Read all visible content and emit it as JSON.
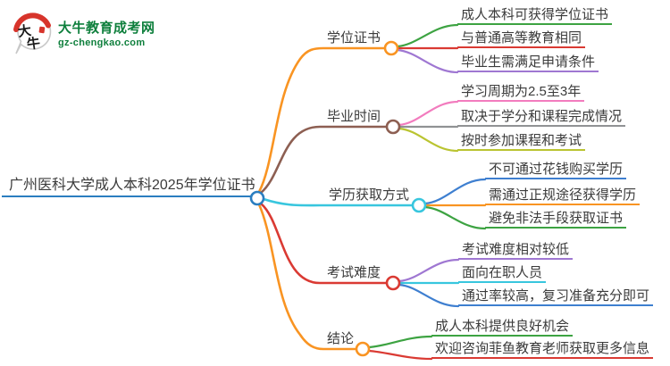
{
  "logo": {
    "mark_text": "大牛",
    "site_name": "大牛教育成考网",
    "site_domain": "gz-chengkao.com",
    "brand_green": "#0e7f3c",
    "seal_red": "#d7342b",
    "bubble_border": "#c8c8c8",
    "mark_ink": "#1a1a1a"
  },
  "root": {
    "label": "广州医科大学成人本科2025年学位证书",
    "color": "#2b7ec0"
  },
  "branches": [
    {
      "label": "学位证书",
      "color": "#f99422",
      "children": [
        {
          "label": "成人本科可获得学位证书",
          "color": "#3da342"
        },
        {
          "label": "与普通高等教育相同",
          "color": "#da3a33"
        },
        {
          "label": "毕业生需满足申请条件",
          "color": "#9f77d2"
        }
      ]
    },
    {
      "label": "毕业时间",
      "color": "#8d5f52",
      "children": [
        {
          "label": "学习周期为2.5至3年",
          "color": "#f27cbe"
        },
        {
          "label": "取决于学分和课程完成情况",
          "color": "#909294"
        },
        {
          "label": "按时参加课程和考试",
          "color": "#bac431"
        }
      ]
    },
    {
      "label": "学历获取方式",
      "color": "#38c6de",
      "children": [
        {
          "label": "不可通过花钱购买学历",
          "color": "#3e7fd0"
        },
        {
          "label": "需通过正规途径获得学历",
          "color": "#f99422"
        },
        {
          "label": "避免非法手段获取证书",
          "color": "#3da342"
        }
      ]
    },
    {
      "label": "考试难度",
      "color": "#da3a33",
      "children": [
        {
          "label": "考试难度相对较低",
          "color": "#9f77d2"
        },
        {
          "label": "面向在职人员",
          "color": "#38c6de"
        },
        {
          "label": "通过率较高，复习准备充分即可",
          "color": "#3e7fd0"
        }
      ]
    },
    {
      "label": "结论",
      "color": "#f99422",
      "children": [
        {
          "label": "成人本科提供良好机会",
          "color": "#3da342"
        },
        {
          "label": "欢迎咨询菲鱼教育老师获取更多信息",
          "color": "#da3a33"
        }
      ]
    }
  ]
}
